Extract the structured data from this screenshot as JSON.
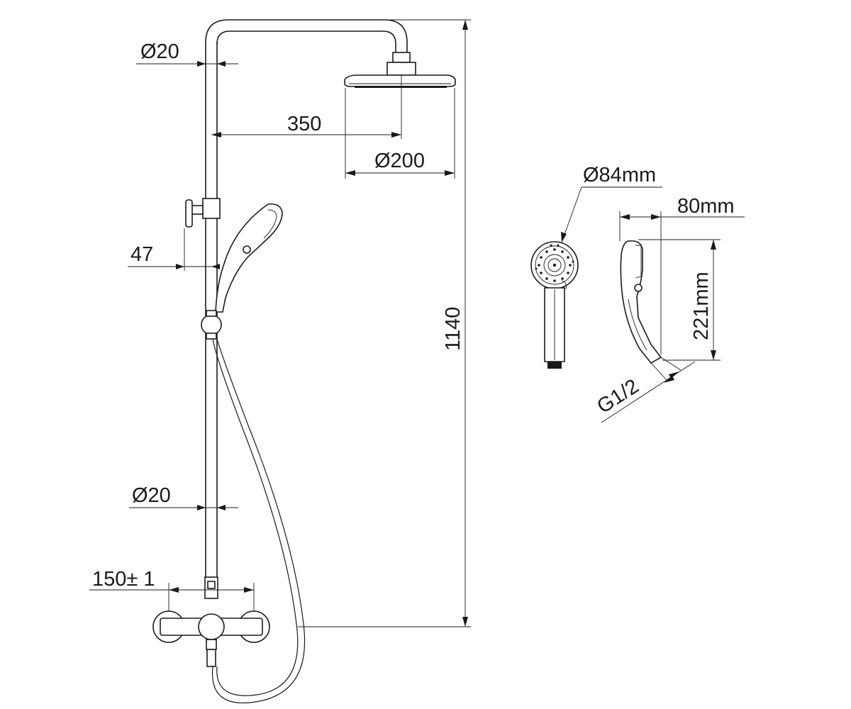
{
  "dimensions": {
    "pipe_diameter_top": "Ø20",
    "arm_length": "350",
    "head_diameter": "Ø200",
    "hand_offset": "47",
    "total_height": "1140",
    "pipe_diameter_bottom": "Ø20",
    "mixer_centers": "150± 1",
    "handset_diameter": "Ø84mm",
    "handset_depth": "80mm",
    "handset_length": "221mm",
    "thread": "G1/2"
  }
}
